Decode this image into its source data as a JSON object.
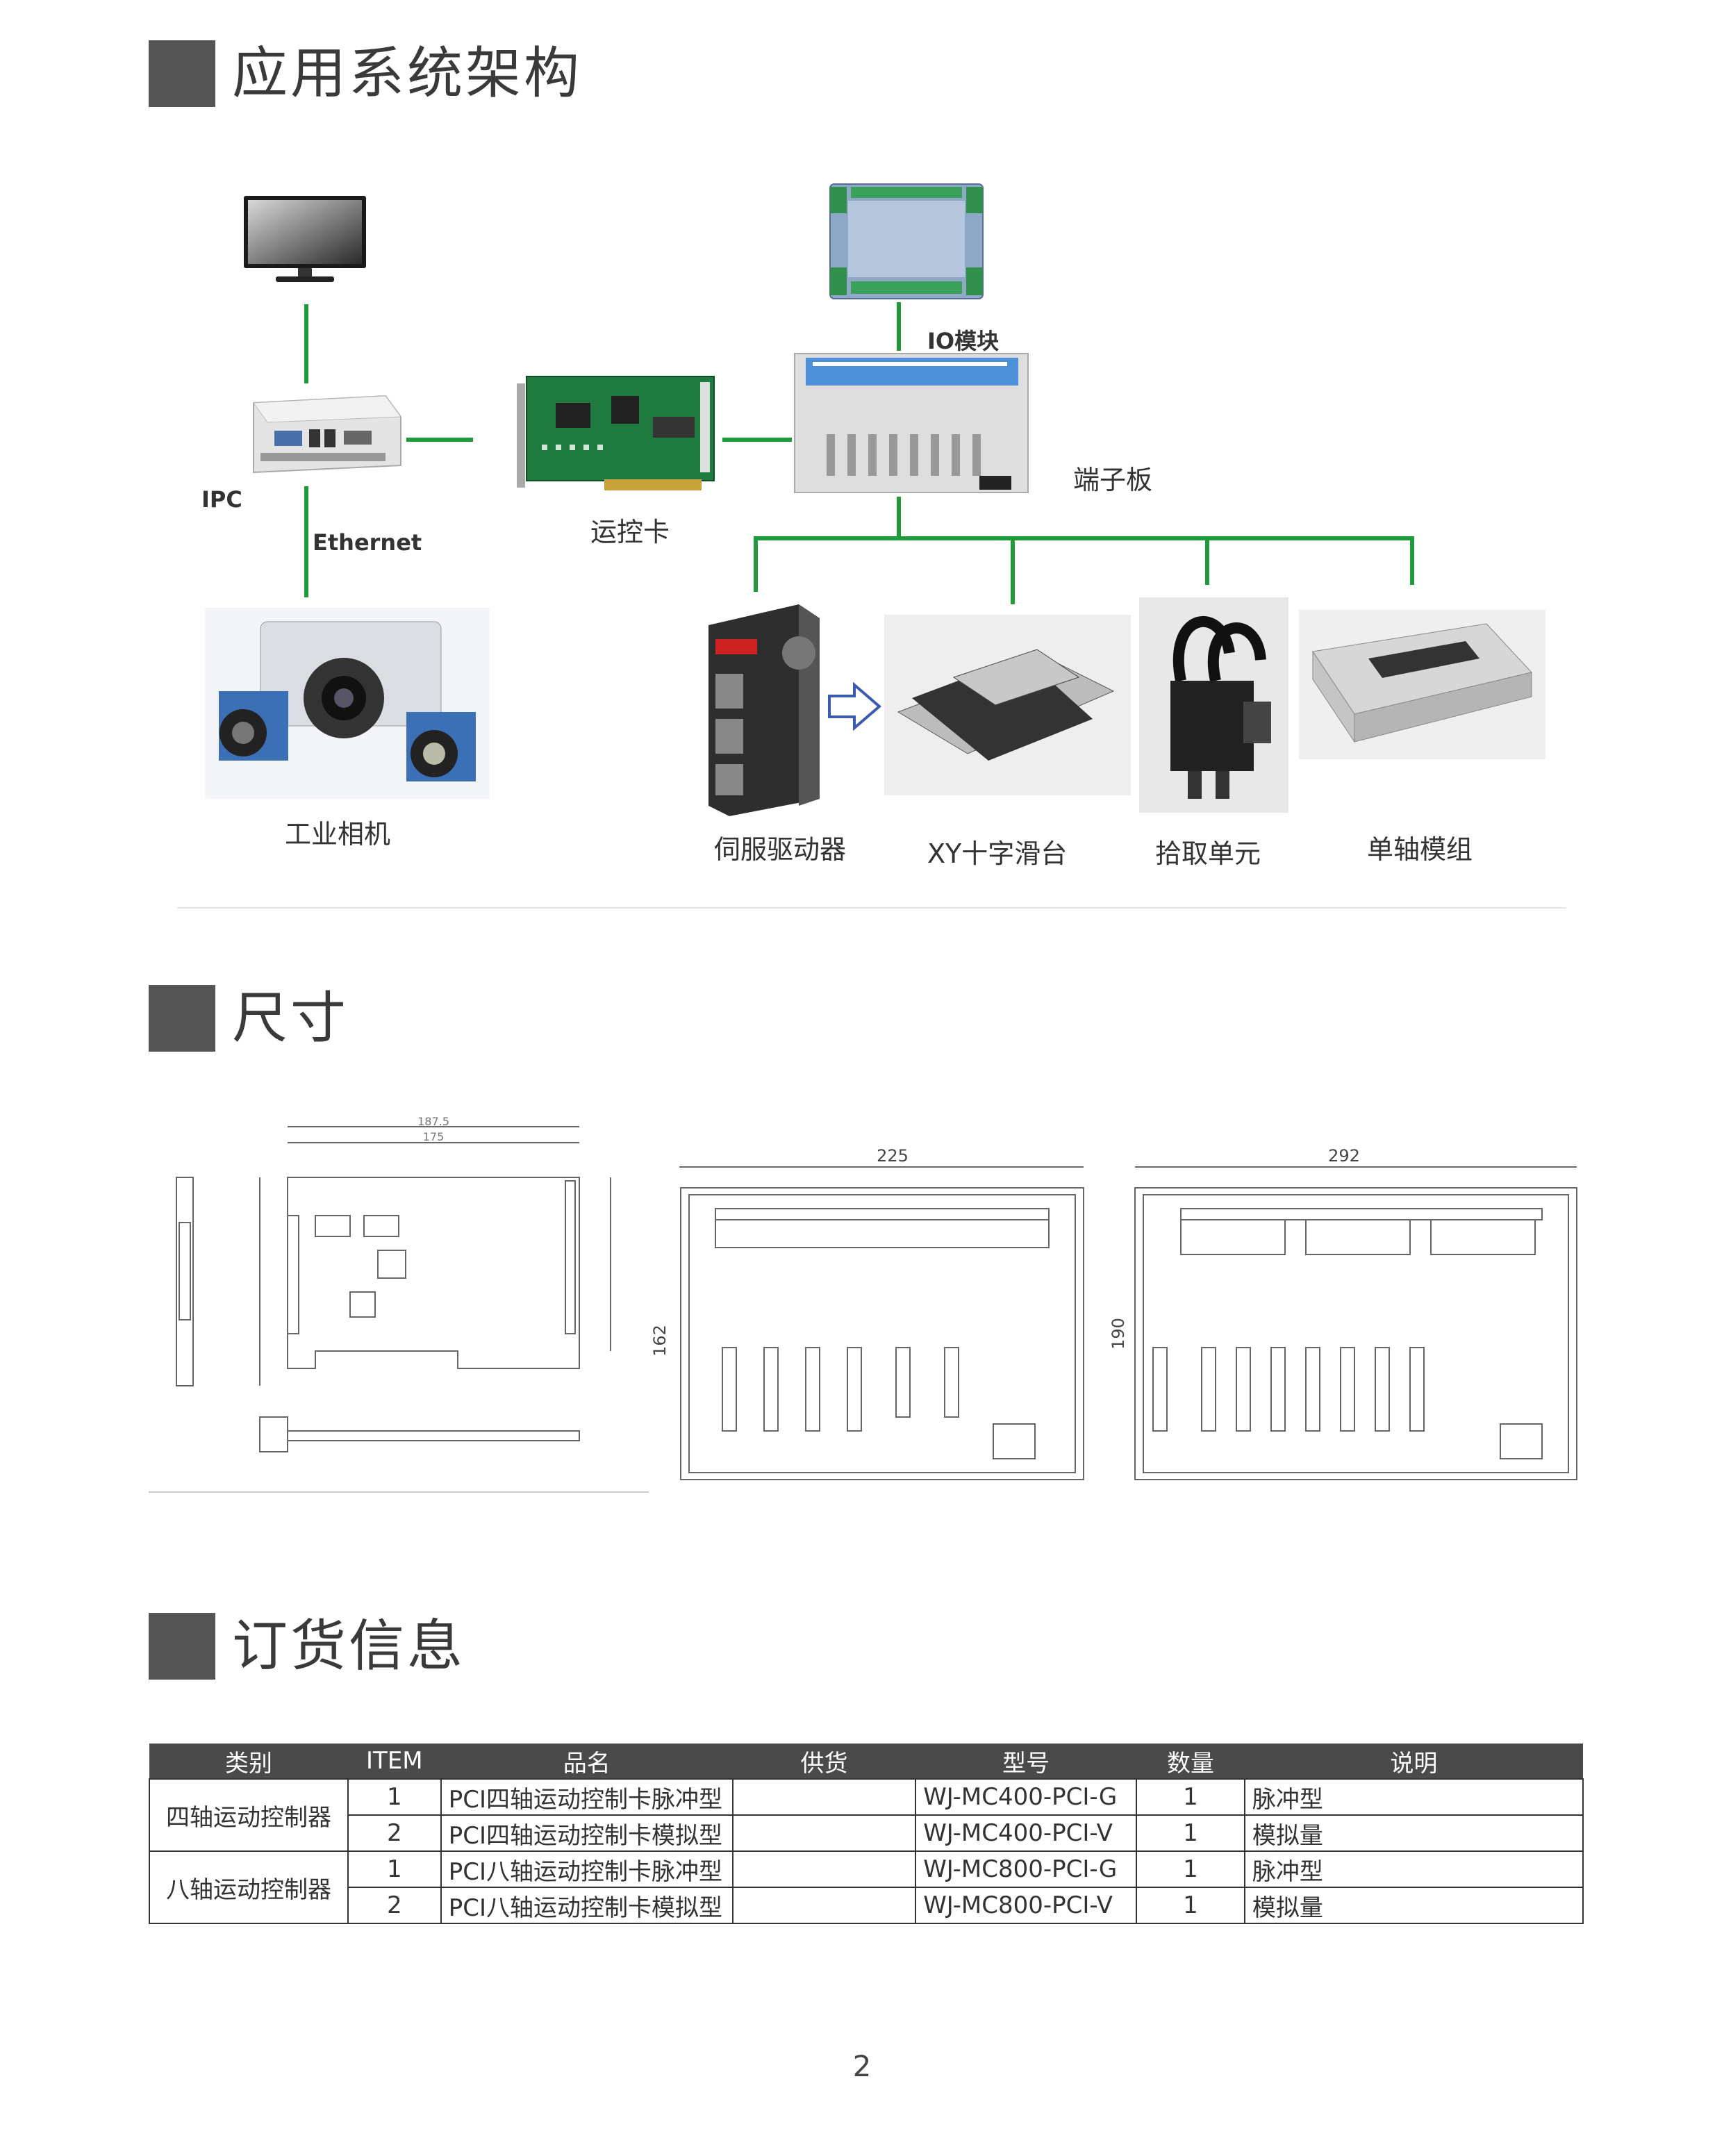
{
  "sections": {
    "architecture": "应用系统架构",
    "dimensions": "尺寸",
    "ordering": "订货信息"
  },
  "diagram": {
    "io_module": "IO模块",
    "terminal_board": "端子板",
    "ipc": "IPC",
    "ethernet": "Ethernet",
    "motion_card": "运控卡",
    "camera": "工业相机",
    "servo": "伺服驱动器",
    "xy_table": "XY十字滑台",
    "pick_unit": "拾取单元",
    "single_axis": "单轴模组"
  },
  "drawings": {
    "card_width_1": "187.5",
    "card_width_2": "175",
    "terminal4_width": "225",
    "terminal4_height": "162",
    "terminal8_width": "292",
    "terminal8_height": "190"
  },
  "table": {
    "headers": [
      "类别",
      "ITEM",
      "品名",
      "供货",
      "型号",
      "数量",
      "说明"
    ],
    "groups": [
      {
        "category": "四轴运动控制器",
        "rows": [
          {
            "item": "1",
            "name": "PCI四轴运动控制卡脉冲型",
            "supply": "",
            "model": "WJ-MC400-PCI-G",
            "qty": "1",
            "desc": "脉冲型"
          },
          {
            "item": "2",
            "name": "PCI四轴运动控制卡模拟型",
            "supply": "",
            "model": "WJ-MC400-PCI-V",
            "qty": "1",
            "desc": "模拟量"
          }
        ]
      },
      {
        "category": "八轴运动控制器",
        "rows": [
          {
            "item": "1",
            "name": "PCI八轴运动控制卡脉冲型",
            "supply": "",
            "model": "WJ-MC800-PCI-G",
            "qty": "1",
            "desc": "脉冲型"
          },
          {
            "item": "2",
            "name": "PCI八轴运动控制卡模拟型",
            "supply": "",
            "model": "WJ-MC800-PCI-V",
            "qty": "1",
            "desc": "模拟量"
          }
        ]
      }
    ]
  },
  "page_number": "2",
  "colors": {
    "link_green": "#1f9b3c",
    "header_gray": "#4a4a4a",
    "pcb_green": "#1e7a3e",
    "device_blue": "#3b6fb6"
  }
}
